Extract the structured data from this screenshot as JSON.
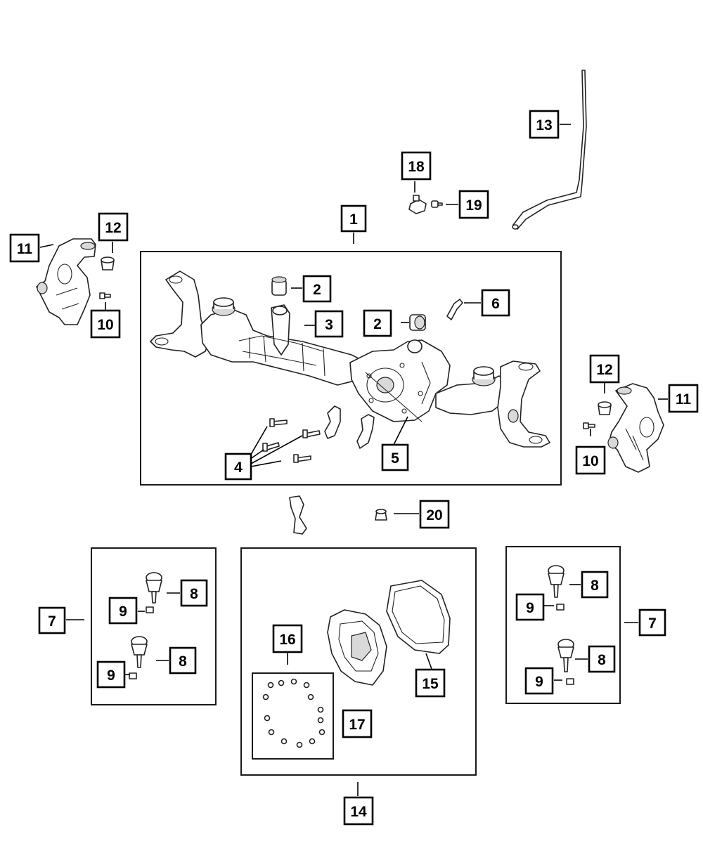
{
  "callouts": {
    "c1": "1",
    "c2a": "2",
    "c2b": "2",
    "c3": "3",
    "c4": "4",
    "c5": "5",
    "c6": "6",
    "c7l": "7",
    "c7r": "7",
    "c8la": "8",
    "c8lb": "8",
    "c8ra": "8",
    "c8rb": "8",
    "c9la": "9",
    "c9lb": "9",
    "c9ra": "9",
    "c9rb": "9",
    "c10l": "10",
    "c10r": "10",
    "c11l": "11",
    "c11r": "11",
    "c12l": "12",
    "c12r": "12",
    "c13": "13",
    "c14": "14",
    "c15": "15",
    "c16": "16",
    "c17": "17",
    "c18": "18",
    "c19": "19",
    "c20": "20"
  }
}
